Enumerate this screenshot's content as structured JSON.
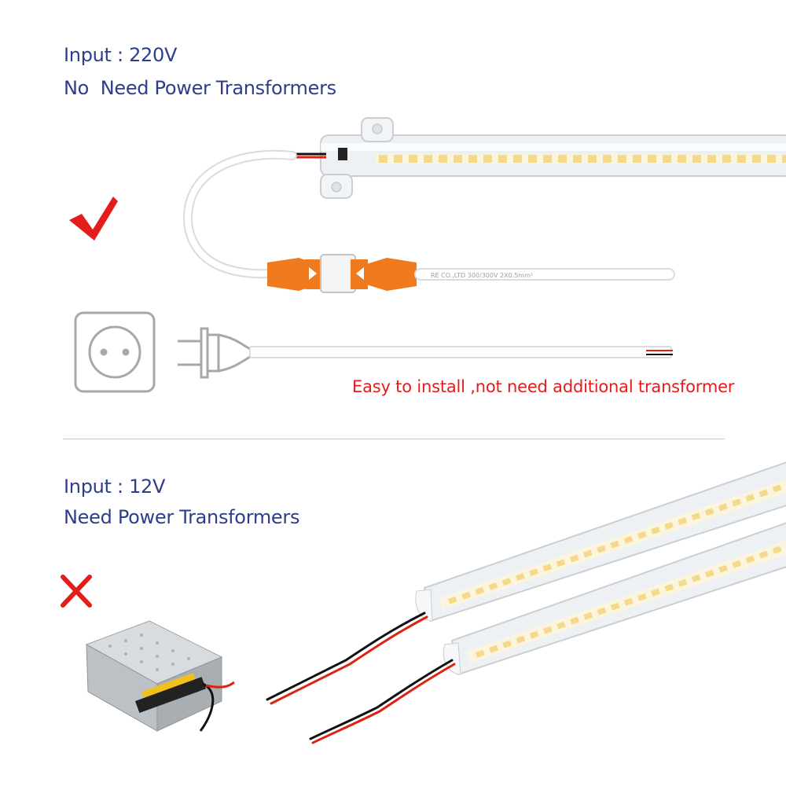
{
  "top": {
    "input_label": "Input : 220V",
    "subtitle": "No  Need Power Transformers",
    "status": "check",
    "note": "Easy to install ,not need additional transformer"
  },
  "bottom": {
    "input_label": "Input : 12V",
    "subtitle": "Need Power Transformers",
    "status": "cross"
  },
  "colors": {
    "heading": "#2c3e8c",
    "accent_red": "#e31c1c",
    "connector_orange": "#f07a1e",
    "led_yellow": "#f5d98a"
  }
}
